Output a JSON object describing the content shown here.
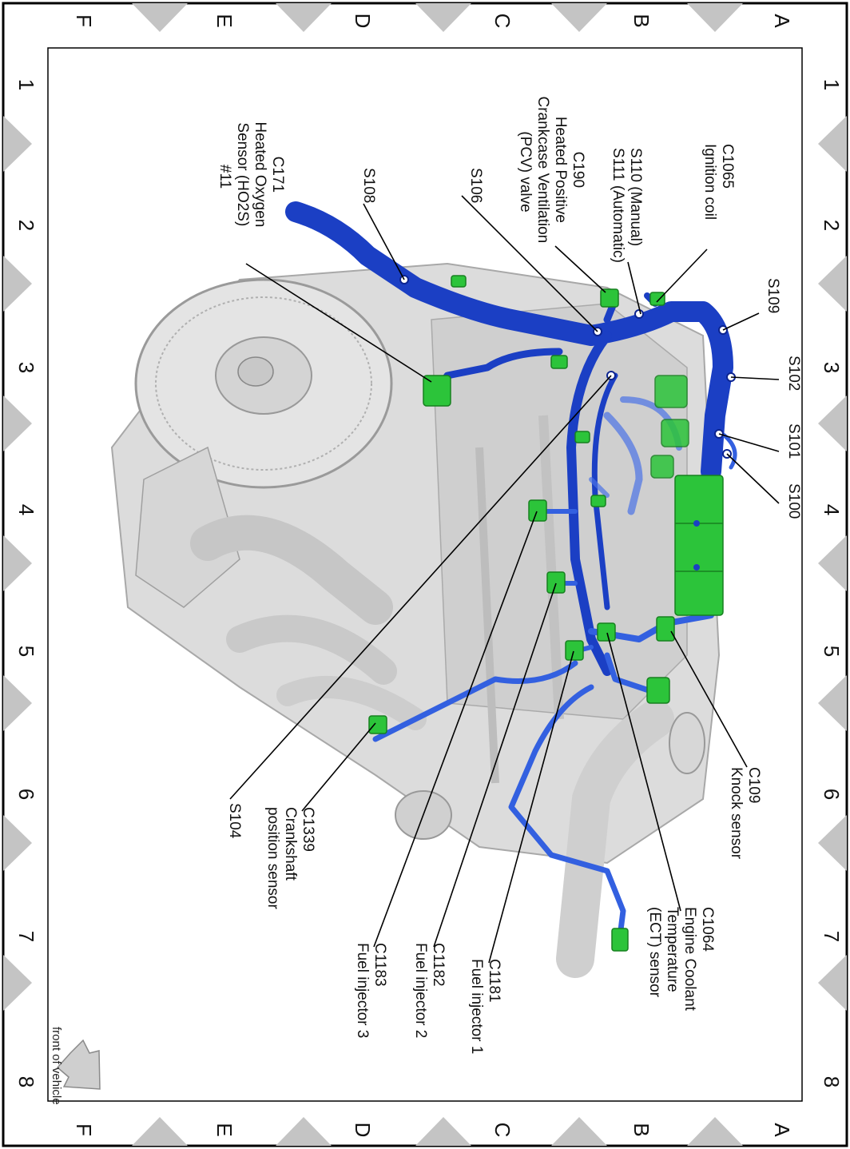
{
  "grid": {
    "rows_top_to_bottom": [
      "A",
      "B",
      "C",
      "D",
      "E",
      "F"
    ],
    "columns": [
      "1",
      "2",
      "3",
      "4",
      "5",
      "6",
      "7",
      "8"
    ]
  },
  "labels": {
    "c1065": [
      "C1065",
      "Ignition coil"
    ],
    "s110": [
      "S110  (Manual)",
      "S111  (Automatic)"
    ],
    "c190": [
      "C190",
      "Heated Positive",
      "Crankcase Ventilation",
      "(PCV) valve"
    ],
    "s106": [
      "S106"
    ],
    "s108": [
      "S108"
    ],
    "c171": [
      "C171",
      "Heated Oxygen",
      "Sensor (HO2S)",
      "#11"
    ],
    "s109": [
      "S109"
    ],
    "s102": [
      "S102"
    ],
    "s101": [
      "S101"
    ],
    "s100": [
      "S100"
    ],
    "c109": [
      "C109",
      "Knock sensor"
    ],
    "c1064": [
      "C1064",
      "Engine Coolant",
      "Temperature",
      "(ECT) sensor"
    ],
    "c1181": [
      "C1181",
      "Fuel injector 1"
    ],
    "c1182": [
      "C1182",
      "Fuel injector 2"
    ],
    "c1183": [
      "C1183",
      "Fuel injector 3"
    ],
    "c1339": [
      "C1339",
      "Crankshaft",
      "position sensor"
    ],
    "s104": [
      "S104"
    ],
    "front": [
      "front of vehicle"
    ]
  },
  "colors": {
    "harness": "#1b3fc4",
    "harness_dark": "#0c2490",
    "connector": "#2cc43a",
    "engine": "#d9d9d9",
    "engine_shade": "#b8b8b8"
  }
}
